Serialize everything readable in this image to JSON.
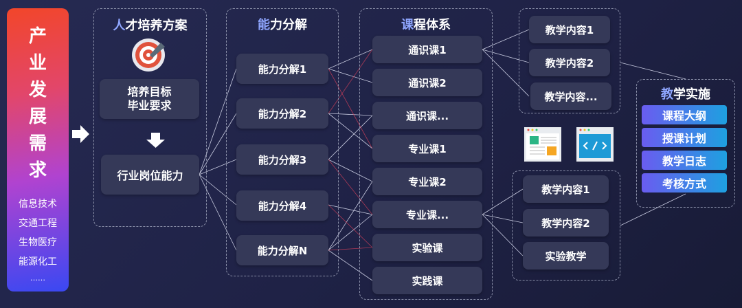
{
  "industry": {
    "title_chars": [
      "产",
      "业",
      "发",
      "展",
      "需",
      "求"
    ],
    "fields": [
      "信息技术",
      "交通工程",
      "生物医疗",
      "能源化工",
      "……"
    ]
  },
  "plan": {
    "title_first": "人",
    "title_rest": "才培养方案",
    "goal_line1": "培养目标",
    "goal_line2": "毕业要求",
    "ability": "行业岗位能力"
  },
  "decomp": {
    "title_first": "能",
    "title_rest": "力分解",
    "items": [
      "能力分解1",
      "能力分解2",
      "能力分解3",
      "能力分解4",
      "能力分解N"
    ]
  },
  "courses": {
    "title_first": "课",
    "title_rest": "程体系",
    "items": [
      "通识课1",
      "通识课2",
      "通识课...",
      "专业课1",
      "专业课2",
      "专业课...",
      "实验课",
      "实践课"
    ]
  },
  "content_top": [
    "教学内容1",
    "教学内容2",
    "教学内容..."
  ],
  "content_bottom": [
    "教学内容1",
    "教学内容2",
    "实验教学"
  ],
  "implement": {
    "title_first": "教",
    "title_rest": "学实施",
    "items": [
      "课程大纲",
      "授课计划",
      "教学日志",
      "考核方式"
    ]
  },
  "colors": {
    "accent_red": "#f2462a",
    "accent_blue": "#3a48f2",
    "button_left": "#6a5cf0",
    "button_right": "#1ea0e0"
  }
}
